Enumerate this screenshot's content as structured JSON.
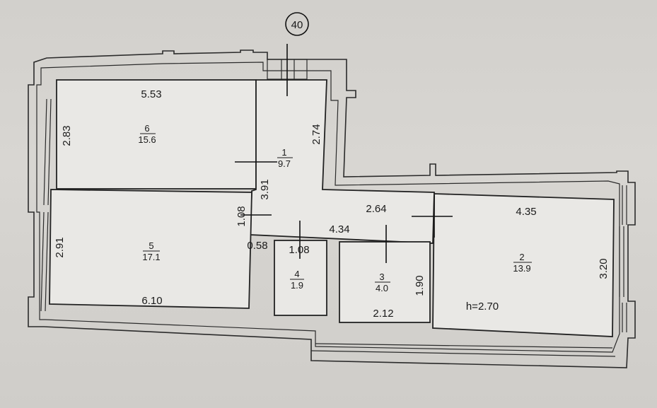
{
  "axis_marker": "40",
  "rooms": [
    {
      "id": "6",
      "number": "6",
      "area": "15.6"
    },
    {
      "id": "1",
      "number": "1",
      "area": "9.7"
    },
    {
      "id": "5",
      "number": "5",
      "area": "17.1"
    },
    {
      "id": "4",
      "number": "4",
      "area": "1.9"
    },
    {
      "id": "3",
      "number": "3",
      "area": "4.0"
    },
    {
      "id": "2",
      "number": "2",
      "area": "13.9"
    }
  ],
  "dimensions": {
    "r6_width": "5.53",
    "r6_height": "2.83",
    "r1_height": "2.74",
    "r1_width": "3.91",
    "r5_height": "2.91",
    "r5_width": "6.10",
    "corridor_left": "1.08",
    "corridor_width": "4.34",
    "corridor_top": "2.64",
    "wall_gap": "0.58",
    "r4_width": "1.08",
    "r3_width": "2.12",
    "r3_height": "1.90",
    "r2_width": "4.35",
    "r2_height": "3.20"
  },
  "ceiling_height": "h=2.70"
}
